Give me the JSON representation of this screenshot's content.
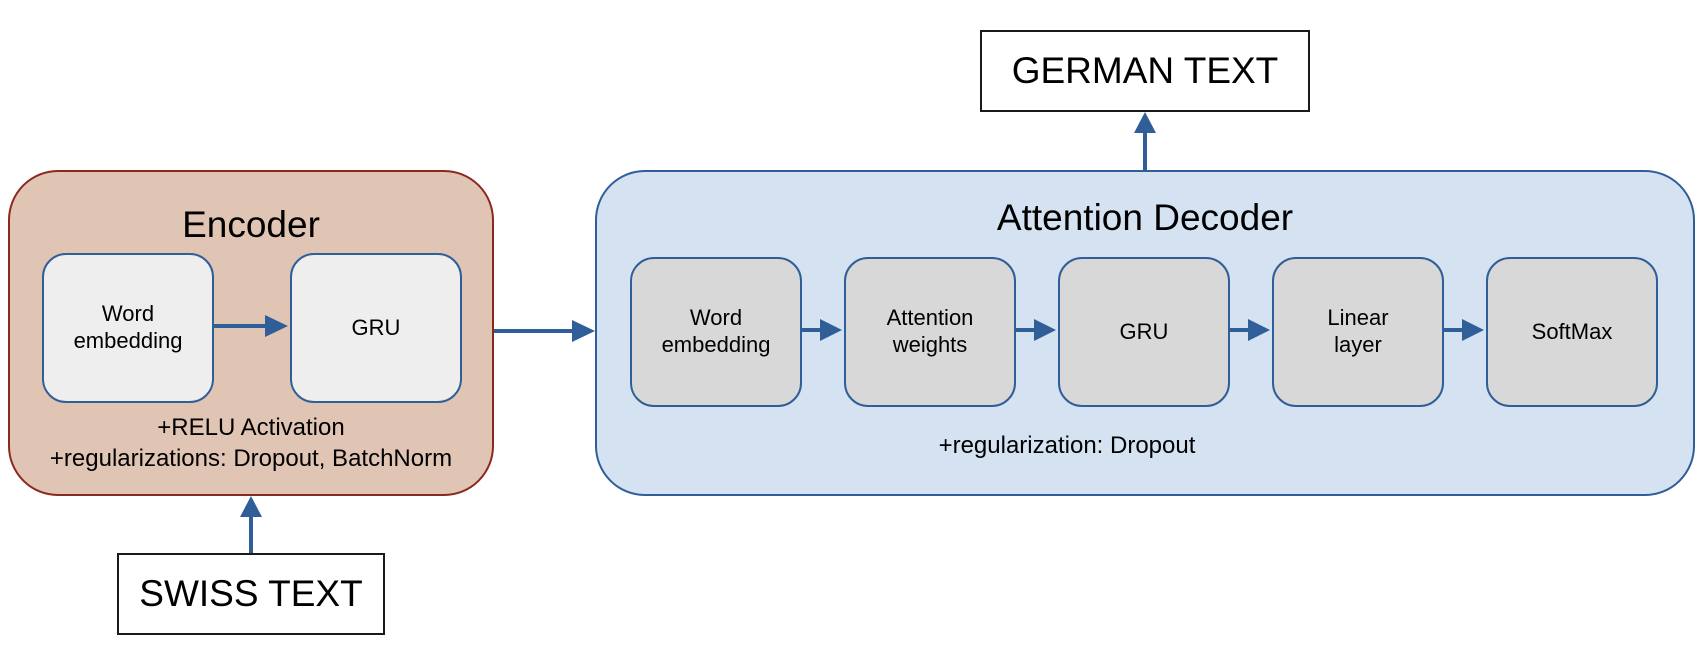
{
  "diagram": {
    "output_label": "GERMAN TEXT",
    "input_label": "SWISS TEXT",
    "encoder": {
      "title": "Encoder",
      "modules": [
        {
          "label": "Word\nembedding"
        },
        {
          "label": "GRU"
        }
      ],
      "notes": [
        "+RELU Activation",
        "+regularizations: Dropout, BatchNorm"
      ]
    },
    "decoder": {
      "title": "Attention Decoder",
      "modules": [
        {
          "label": "Word\nembedding"
        },
        {
          "label": "Attention\nweights"
        },
        {
          "label": "GRU"
        },
        {
          "label": "Linear\nlayer"
        },
        {
          "label": "SoftMax"
        }
      ],
      "note": "+regularization: Dropout"
    },
    "colors": {
      "encoder_fill": "#e1c5b4",
      "encoder_border": "#8a2a1f",
      "decoder_fill": "#d4e2f2",
      "module_border": "#2f5e98",
      "arrow": "#2f5e98"
    }
  }
}
